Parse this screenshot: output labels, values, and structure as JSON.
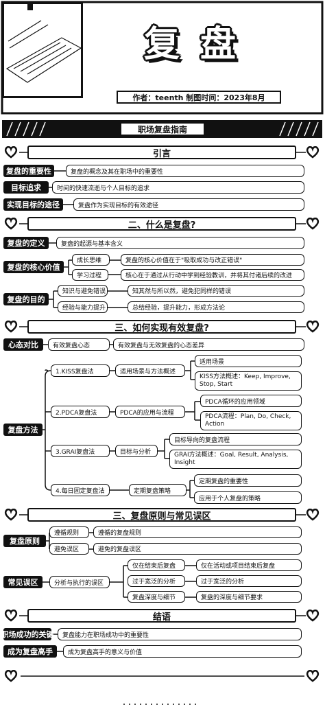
{
  "header": {
    "title": "复   盘",
    "author_line": "作者：teenth 制图时间：2023年8月"
  },
  "banner": "职场复盘指南",
  "sections": {
    "s1": "引言",
    "s2": "二、什么是复盘?",
    "s3": "三、如何实现有效复盘?",
    "s4": "三、复盘原则与常见误区",
    "s5": "结语"
  },
  "intro": {
    "importance": {
      "label": "复盘的重要性",
      "text": "复盘的概念及其在职场中的重要性"
    },
    "goal": {
      "label": "目标追求",
      "text": "时间的快速流逝与个人目标的追求"
    },
    "path": {
      "label": "实现目标的途径",
      "text": "复盘作为实现目标的有效途径"
    }
  },
  "what": {
    "definition": {
      "label": "复盘的定义",
      "text": "复盘的起源与基本含义"
    },
    "core": {
      "label": "复盘的核心价值",
      "items": [
        {
          "k": "成长思维",
          "v": "复盘的核心价值在于\"吸取成功与改正错误\""
        },
        {
          "k": "学习过程",
          "v": "核心在于通过从行动中学到经验教训，并将其付诸后续的改进"
        }
      ]
    },
    "purpose": {
      "label": "复盘的目的",
      "items": [
        {
          "k": "知识与避免错误",
          "v": "知其然与所以然，避免犯同样的错误"
        },
        {
          "k": "经验与能力提升",
          "v": "总结经验，提升能力，形成方法论"
        }
      ]
    }
  },
  "how": {
    "mindset": {
      "label": "心态对比",
      "text": "有效复盘心态",
      "detail": "有效复盘与无效复盘的心态差异"
    },
    "methods_label": "复盘方法",
    "methods": [
      {
        "name": "1.KISS复盘法",
        "mid": "适用场景与方法概述",
        "leaves": [
          "适用场景",
          "KISS方法概述：Keep, Improve, Stop, Start"
        ]
      },
      {
        "name": "2.PDCA复盘法",
        "mid": "PDCA的应用与流程",
        "leaves": [
          "PDCA循环的应用领域",
          "PDCA流程：Plan, Do, Check, Action"
        ]
      },
      {
        "name": "3.GRAI复盘法",
        "mid": "目标与分析",
        "leaves": [
          "目标导向的复盘流程",
          "GRAI方法概述：Goal, Result, Analysis, Insight"
        ]
      },
      {
        "name": "4.每日固定复盘法",
        "mid": "定期复盘策略",
        "leaves": [
          "定期复盘的重要性",
          "应用于个人复盘的策略"
        ]
      }
    ]
  },
  "principles": {
    "label": "复盘原则",
    "items": [
      {
        "k": "遵循规则",
        "v": "遵循的复盘规则"
      },
      {
        "k": "避免误区",
        "v": "避免的复盘误区"
      }
    ]
  },
  "mistakes": {
    "label": "常见误区",
    "text": "分析与执行的误区",
    "items": [
      {
        "k": "仅在结束后复盘",
        "v": "仅在活动或项目结束后复盘"
      },
      {
        "k": "过于宽泛的分析",
        "v": "过于宽泛的分析"
      },
      {
        "k": "复盘深度与细节",
        "v": "复盘的深度与细节要求"
      }
    ]
  },
  "conclusion": {
    "key": {
      "label": "职场成功的关键",
      "text": "复盘能力在职场成功中的重要性"
    },
    "master": {
      "label": "成为复盘高手",
      "text": "成为复盘高手的意义与价值"
    }
  }
}
